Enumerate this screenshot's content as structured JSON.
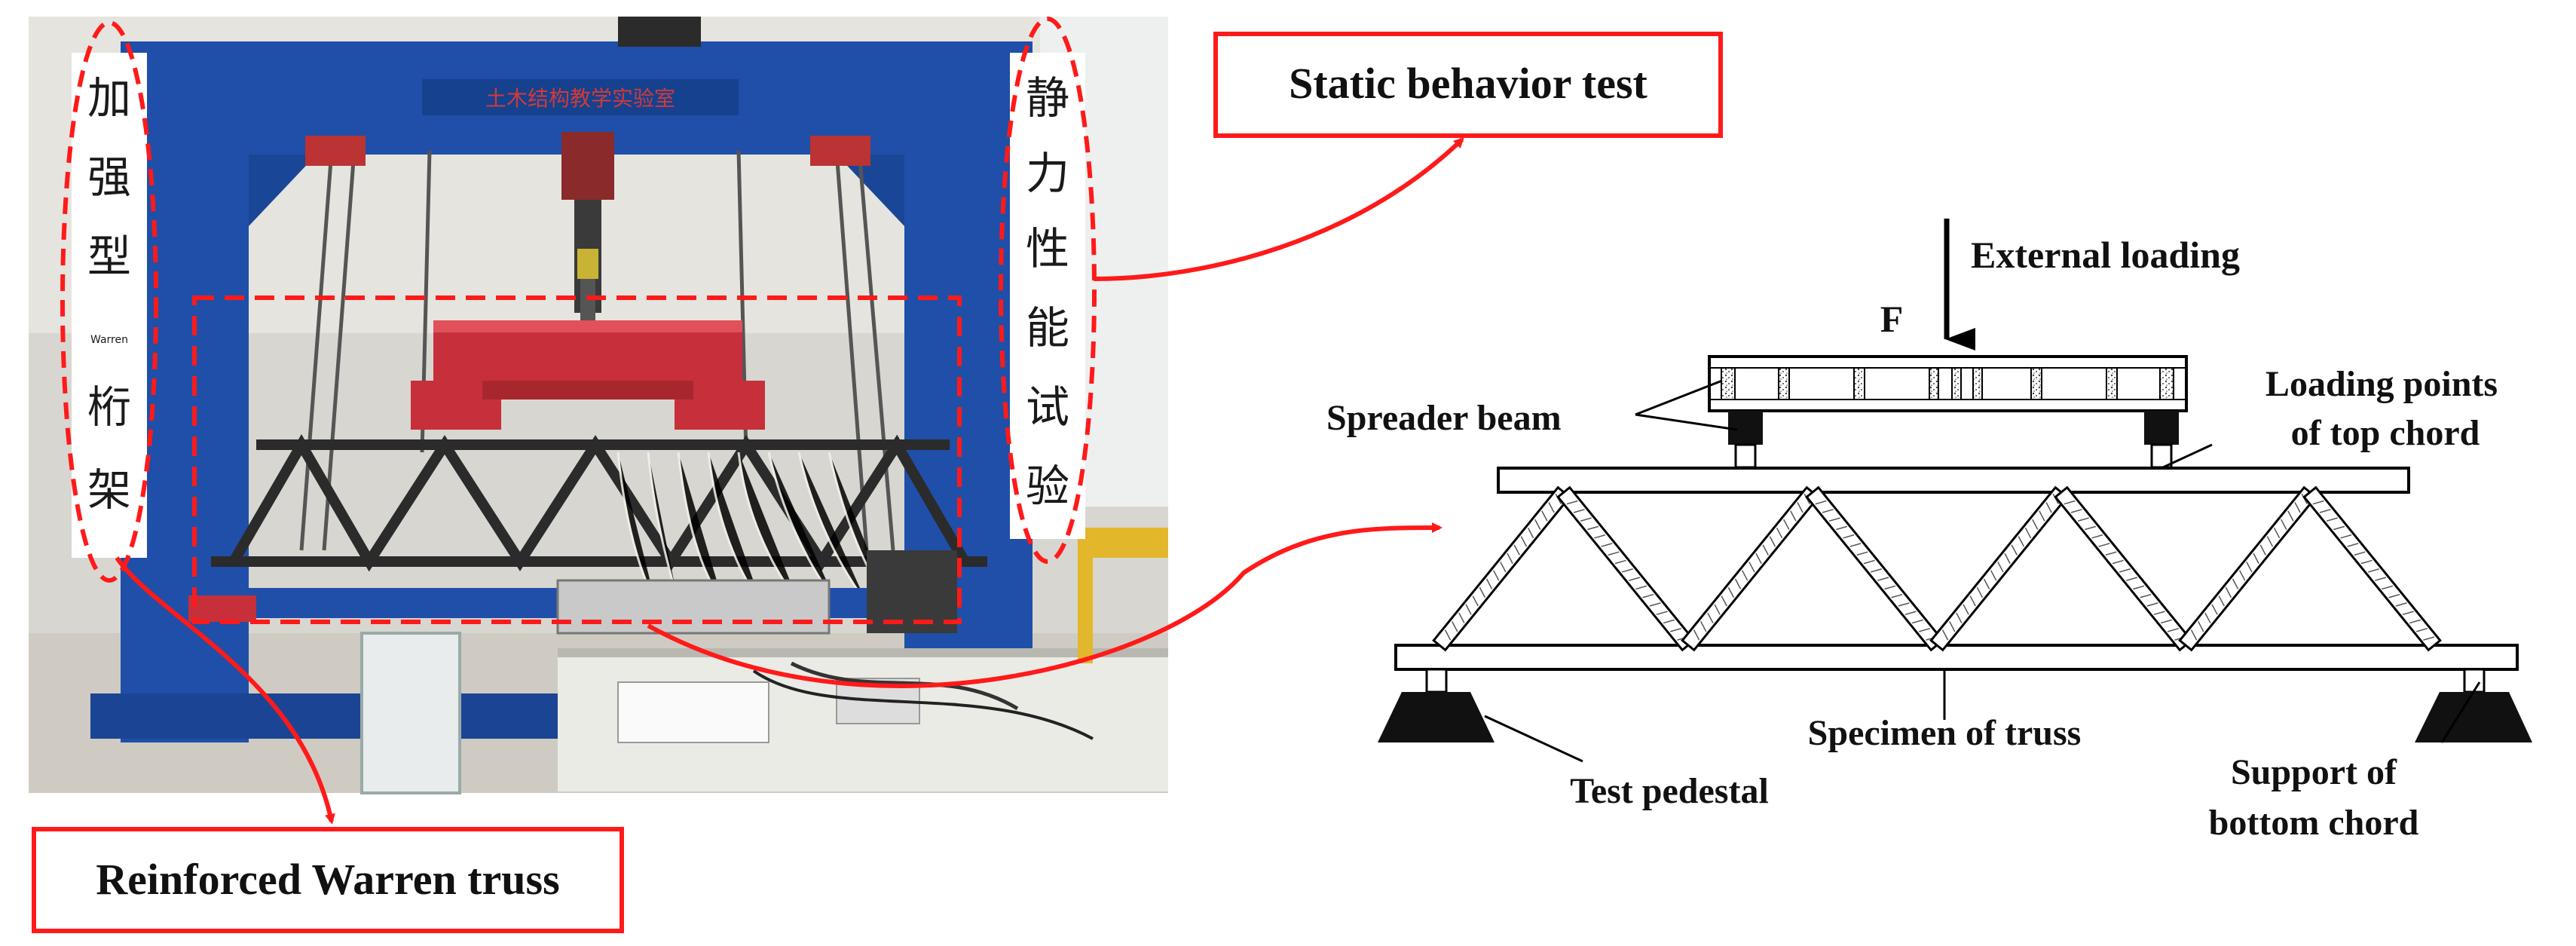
{
  "labels": {
    "static_test": "Static behavior test",
    "warren_truss": "Reinforced Warren truss",
    "external_loading": "External loading",
    "force": "F",
    "spreader_beam": "Spreader beam",
    "loading_points_line1": "Loading points",
    "loading_points_line2": "of top chord",
    "specimen": "Specimen of truss",
    "test_pedestal": "Test pedestal",
    "support_line1": "Support of",
    "support_line2": "bottom chord"
  },
  "photo": {
    "banner_left": [
      "加",
      "强",
      "型",
      "Warren",
      "桁",
      "架"
    ],
    "banner_right": [
      "静",
      "力",
      "性",
      "能",
      "试",
      "验"
    ],
    "frame_sign": "土木结构教学实验室"
  },
  "colors": {
    "highlight_red": "#ff1a1a",
    "frame_blue": "#1f4fa8",
    "beam_red": "#c7303a",
    "truss_dark": "#2b2b2b"
  }
}
